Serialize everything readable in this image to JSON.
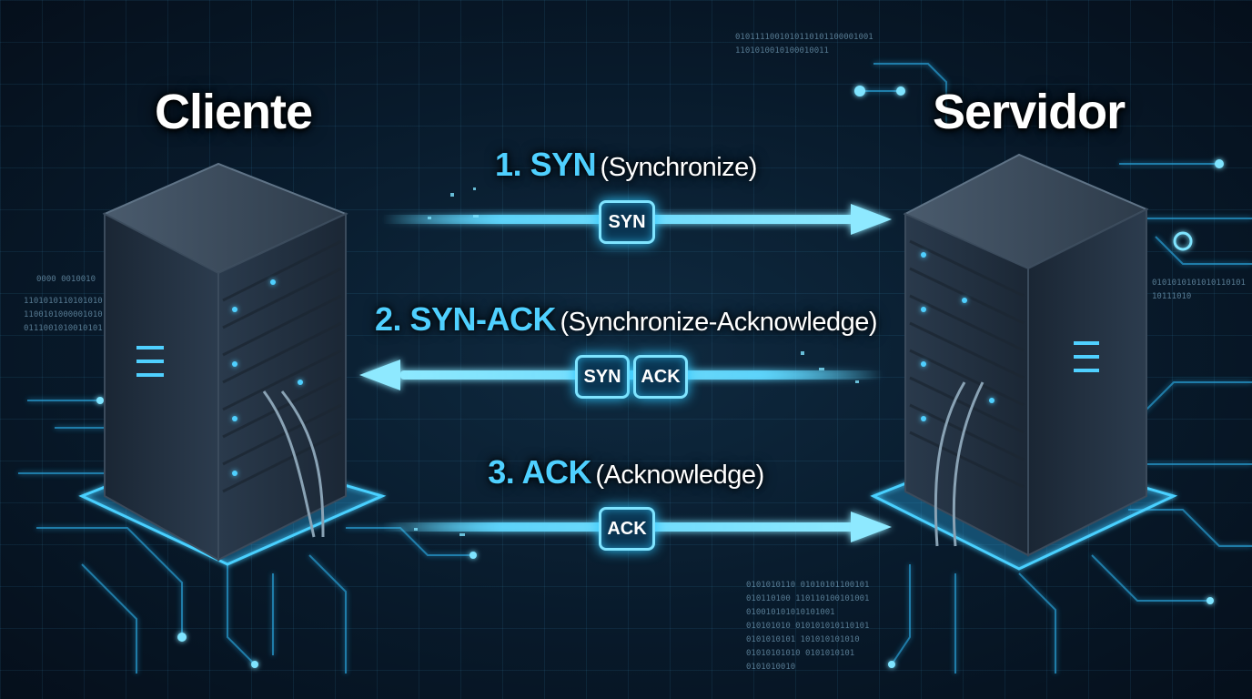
{
  "client": {
    "label": "Cliente",
    "icon": "server-rack-icon"
  },
  "server": {
    "label": "Servidor",
    "icon": "server-rack-icon"
  },
  "steps": [
    {
      "number": "1. SYN",
      "description": "(Synchronize)",
      "direction": "client-to-server",
      "packets": [
        "SYN"
      ]
    },
    {
      "number": "2. SYN-ACK",
      "description": "(Synchronize-Acknowledge)",
      "direction": "server-to-client",
      "packets": [
        "SYN",
        "ACK"
      ]
    },
    {
      "number": "3. ACK",
      "description": "(Acknowledge)",
      "direction": "client-to-server",
      "packets": [
        "ACK"
      ]
    }
  ],
  "binary": {
    "left_1": "0000 0010010",
    "left_2": "1101010110101010\n1100101000001010\n0111001010010101",
    "right_1": "0101111001010110101100001001\n1101010010100010011",
    "right_2": "0101010101010110101\n10111010",
    "bottom_1": "0101010110 01010101100101\n010110100 110110100101001\n010010101010101001\n010101010 010101010110101\n0101010101 101010101010\n01010101010 0101010101\n0101010010"
  },
  "colors": {
    "accent": "#4fd0ff",
    "glow": "#2ec8ff",
    "background": "#081a2b",
    "text": "#ffffff"
  }
}
